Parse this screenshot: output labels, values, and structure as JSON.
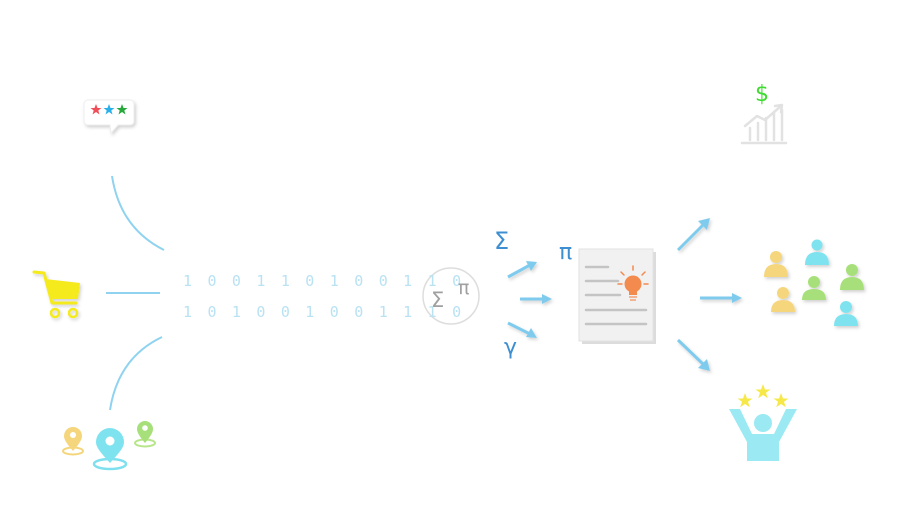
{
  "binary": {
    "row1": "1 0 0 1 1 0 1 0 0 1 1 0",
    "row2": "1 0 1 0 0 1 0 0 1 1 1 0"
  },
  "math_symbols": {
    "circle_sigma": "Σ",
    "circle_pi": "π",
    "sigma": "Σ",
    "pi": "π",
    "gamma": "γ"
  },
  "outcomes": {
    "currency": "$"
  },
  "icons": {
    "inputs": [
      "rating-bubble-icon",
      "shopping-cart-icon",
      "location-pins-icon"
    ],
    "processing": [
      "math-circle-icon",
      "report-document-icon",
      "lightbulb-icon"
    ],
    "outputs": [
      "revenue-chart-icon",
      "people-group-icon",
      "happy-customer-icon"
    ]
  },
  "colors": {
    "line_blue": "#8fd3f0",
    "arrow_blue": "#7fcbee",
    "symbol_blue": "#3d8fd1",
    "cart_yellow": "#f4ea1c",
    "dollar_green": "#3ddc2e",
    "star_yellow": "#f7e84a",
    "bulb_orange": "#f38a4e",
    "person_cyan": "#9be9f3"
  }
}
